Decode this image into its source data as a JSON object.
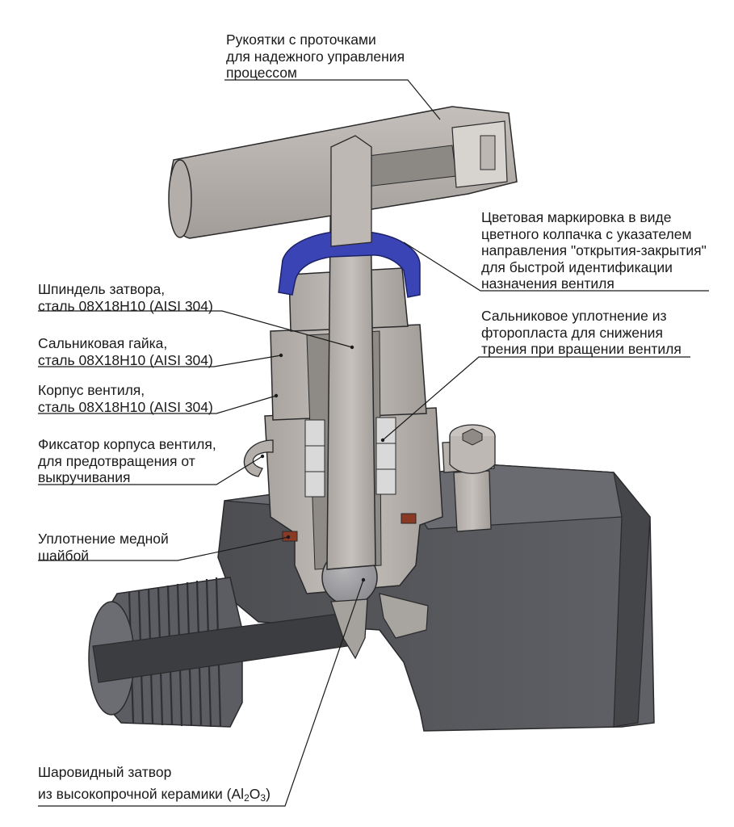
{
  "colors": {
    "body_dark": "#55565a",
    "steel_light": "#b8b3ae",
    "cap_blue": "#3a44b4",
    "copper": "#8a3a24",
    "ptfe": "#d9d9d9",
    "line": "#1a1a1a"
  },
  "callouts": {
    "handles": {
      "lines": [
        "Рукоятки с проточками",
        "для надежного управления",
        "процессом"
      ]
    },
    "color_cap": {
      "lines": [
        "Цветовая маркировка в виде",
        "цветного колпачка с указателем",
        "направления \"открытия-закрытия\"",
        "для быстрой идентификации",
        "назначения вентиля"
      ]
    },
    "spindle": {
      "lines": [
        "Шпиндель затвора,",
        "сталь 08Х18Н10 (AISI 304)"
      ]
    },
    "packing": {
      "lines": [
        "Сальниковое уплотнение из",
        "фторопласта для снижения",
        "трения при вращении вентиля"
      ]
    },
    "gland_nut": {
      "lines": [
        "Сальниковая гайка,",
        "сталь 08Х18Н10 (AISI 304)"
      ]
    },
    "body": {
      "lines": [
        "Корпус вентиля,",
        "сталь 08Х18Н10 (AISI 304)"
      ]
    },
    "lock": {
      "lines": [
        "Фиксатор корпуса вентиля,",
        "для предотвращения от",
        "выкручивания"
      ]
    },
    "copper_seal": {
      "lines": [
        "Уплотнение медной",
        "шайбой"
      ]
    },
    "ball": {
      "line1": "Шаровидный затвор",
      "line2_prefix": "из высокопрочной керамики (Al",
      "sub1": "2",
      "mid": "O",
      "sub2": "3",
      "suffix": ")"
    }
  }
}
